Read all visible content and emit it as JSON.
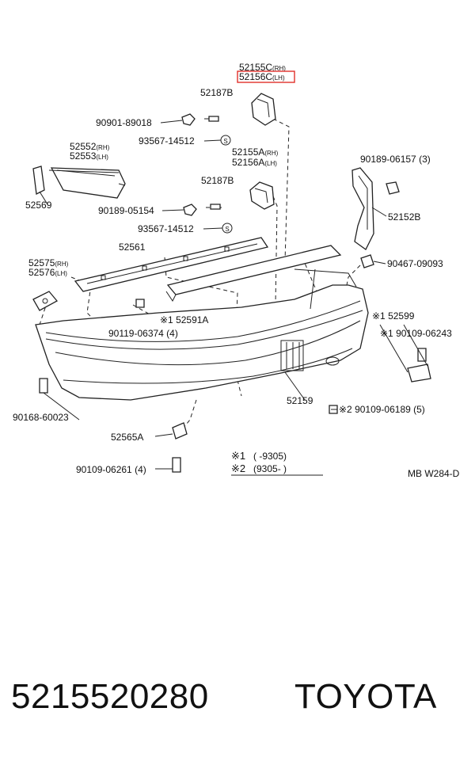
{
  "labels": {
    "p52155C": "52155C",
    "p52155C_side": "(RH)",
    "p52156C": "52156C",
    "p52156C_side": "(LH)",
    "p52187B_a": "52187B",
    "p90901": "90901-89018",
    "p93567_a": "93567-14512",
    "p52552": "52552",
    "p52552_side": "(RH)",
    "p52553": "52553",
    "p52553_side": "(LH)",
    "p52155A": "52155A",
    "p52155A_side": "(RH)",
    "p52156A": "52156A",
    "p52156A_side": "(LH)",
    "p52569": "52569",
    "p52187B_b": "52187B",
    "p90189_05154": "90189-05154",
    "p93567_b": "93567-14512",
    "p90189_06157": "90189-06157 (3)",
    "p52152B": "52152B",
    "p52561": "52561",
    "p52575": "52575",
    "p52575_side": "(RH)",
    "p52576": "52576",
    "p52576_side": "(LH)",
    "p90467": "90467-09093",
    "p90119": "90119-06374 (4)",
    "p52591A": "※1 52591A",
    "p52599": "※1 52599",
    "p90109_06243": "※1 90109-06243",
    "p90168": "90168-60023",
    "p52159": "52159",
    "p90109_06189": "※2 90109-06189 (5)",
    "p52565A": "52565A",
    "p90109_06261": "90109-06261 (4)",
    "note1_mark": "※1",
    "note1_range": "(      -9305)",
    "note2_mark": "※2",
    "note2_range": "(9305-      )",
    "diagram_code": "MB W284-D",
    "clip_symbol": "S"
  },
  "highlight": {
    "part": "52156C",
    "color": "#e0302a"
  },
  "footer": {
    "part_number": "5215520280",
    "brand": "TOYOTA"
  }
}
